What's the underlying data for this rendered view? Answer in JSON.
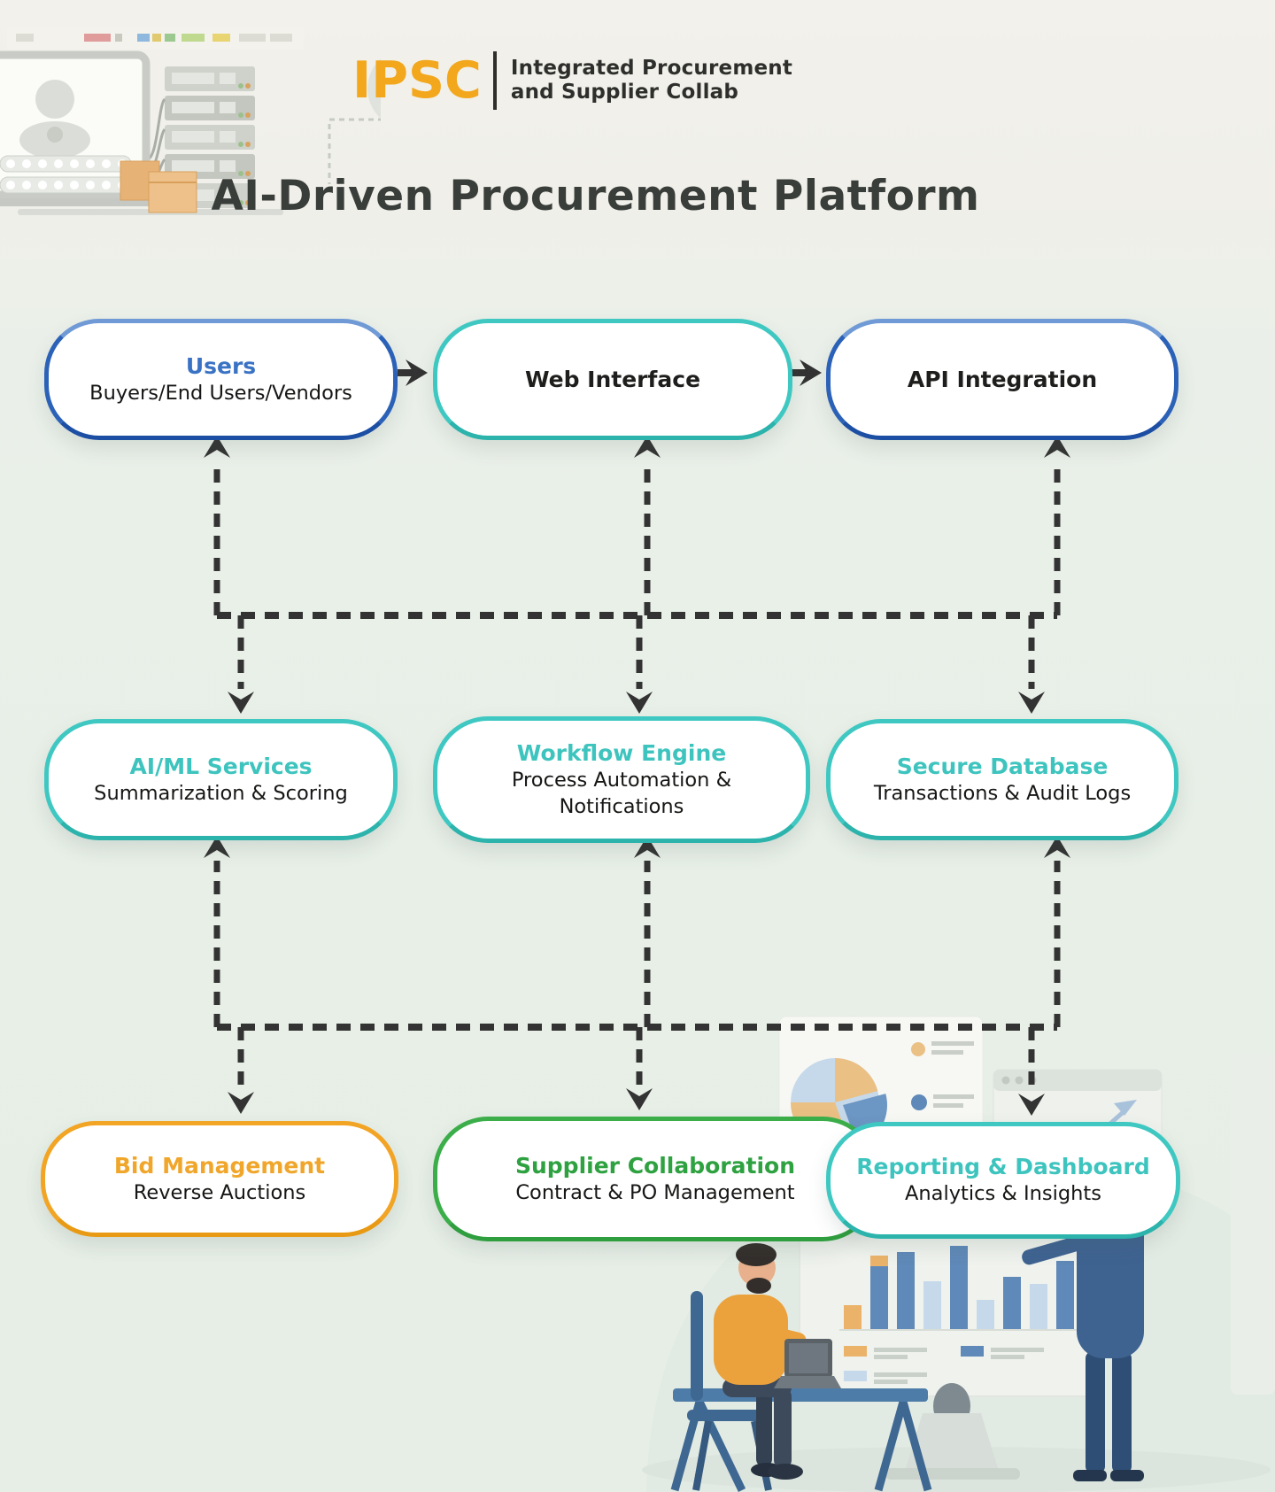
{
  "page": {
    "background_color": "#E7EFE7",
    "top_background_color": "#F2F1EB"
  },
  "header": {
    "logo": {
      "text": "IPSC",
      "color": "#F2A71C",
      "tagline_line1": "Integrated Procurement",
      "tagline_line2": "and Supplier Collab"
    },
    "title": "AI-Driven Procurement Platform"
  },
  "diagram": {
    "arrow_color": "#333333",
    "nodes": [
      {
        "id": "users",
        "title": "Users",
        "subtitle": "Buyers/End Users/Vendors",
        "title_color": "#3A72C4",
        "accent_color": "#2B62B8"
      },
      {
        "id": "web-interface",
        "title": "Web Interface",
        "subtitle": "",
        "title_color": "#1E1E1C",
        "accent_color": "#3FC8C2"
      },
      {
        "id": "api-integration",
        "title": "API Integration",
        "subtitle": "",
        "title_color": "#1E1E1C",
        "accent_color": "#2B62B8"
      },
      {
        "id": "ai-ml-services",
        "title": "AI/ML Services",
        "subtitle": "Summarization & Scoring",
        "title_color": "#3EC4BE",
        "accent_color": "#3FC8C2"
      },
      {
        "id": "workflow-engine",
        "title": "Workflow Engine",
        "subtitle": "Process Automation & Notifications",
        "title_color": "#3EC4BE",
        "accent_color": "#3FC8C2"
      },
      {
        "id": "secure-database",
        "title": "Secure Database",
        "subtitle": "Transactions & Audit Logs",
        "title_color": "#3EC4BE",
        "accent_color": "#3FC8C2"
      },
      {
        "id": "bid-management",
        "title": "Bid Management",
        "subtitle": "Reverse Auctions",
        "title_color": "#F0A62A",
        "accent_color": "#F2A424"
      },
      {
        "id": "supplier-collaboration",
        "title": "Supplier Collaboration",
        "subtitle": "Contract & PO Management",
        "title_color": "#2EA140",
        "accent_color": "#3BAE4A"
      },
      {
        "id": "reporting-dashboard",
        "title": "Reporting & Dashboard",
        "subtitle": "Analytics & Insights",
        "title_color": "#3EC4BE",
        "accent_color": "#3FC8C2"
      }
    ],
    "bidirectional_links": [
      {
        "from": "Users",
        "to": "Web Interface"
      },
      {
        "from": "Web Interface",
        "to": "API Integration"
      }
    ],
    "dashed_buses": [
      {
        "connects_up": [
          "Users",
          "Web Interface",
          "API Integration"
        ],
        "connects_down": [
          "AI/ML Services",
          "Workflow Engine",
          "Secure Database"
        ]
      },
      {
        "connects_up": [
          "AI/ML Services",
          "Workflow Engine",
          "Secure Database"
        ],
        "connects_down": [
          "Bid Management",
          "Supplier Collaboration",
          "Reporting & Dashboard"
        ]
      }
    ]
  },
  "decorations": {
    "top_left": "workstation-cloud-servers-illustration",
    "bottom_right": "analytics-presentation-illustration"
  }
}
